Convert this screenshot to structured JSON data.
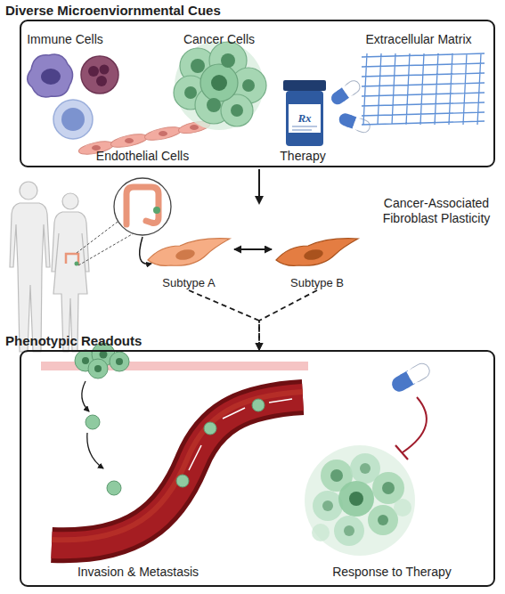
{
  "diagram": {
    "nodes": [
      {
        "text": [
          "Diverse Microenviornmental Cues"
        ]
      },
      {
        "text": [
          "Subtype A"
        ]
      },
      {
        "text": [
          "Subtype B"
        ]
      },
      {
        "text": [
          "Phenotypic Readouts"
        ]
      }
    ],
    "edges": [
      {
        "from": 1,
        "to": 2,
        "arrow": "both"
      },
      {
        "from": 1,
        "to": 3,
        "arrow": "to"
      },
      {
        "from": 2,
        "to": 3,
        "arrow": "to"
      }
    ],
    "labels": [
      "Immune Cells",
      "Cancer Cells",
      "Extracellular Matrix",
      "Endothelial Cells",
      "Therapy",
      "Rx",
      "Cancer-Associated Fibroblast Plasticity",
      "Invasion & Metastasis",
      "Response to Therapy"
    ]
  }
}
